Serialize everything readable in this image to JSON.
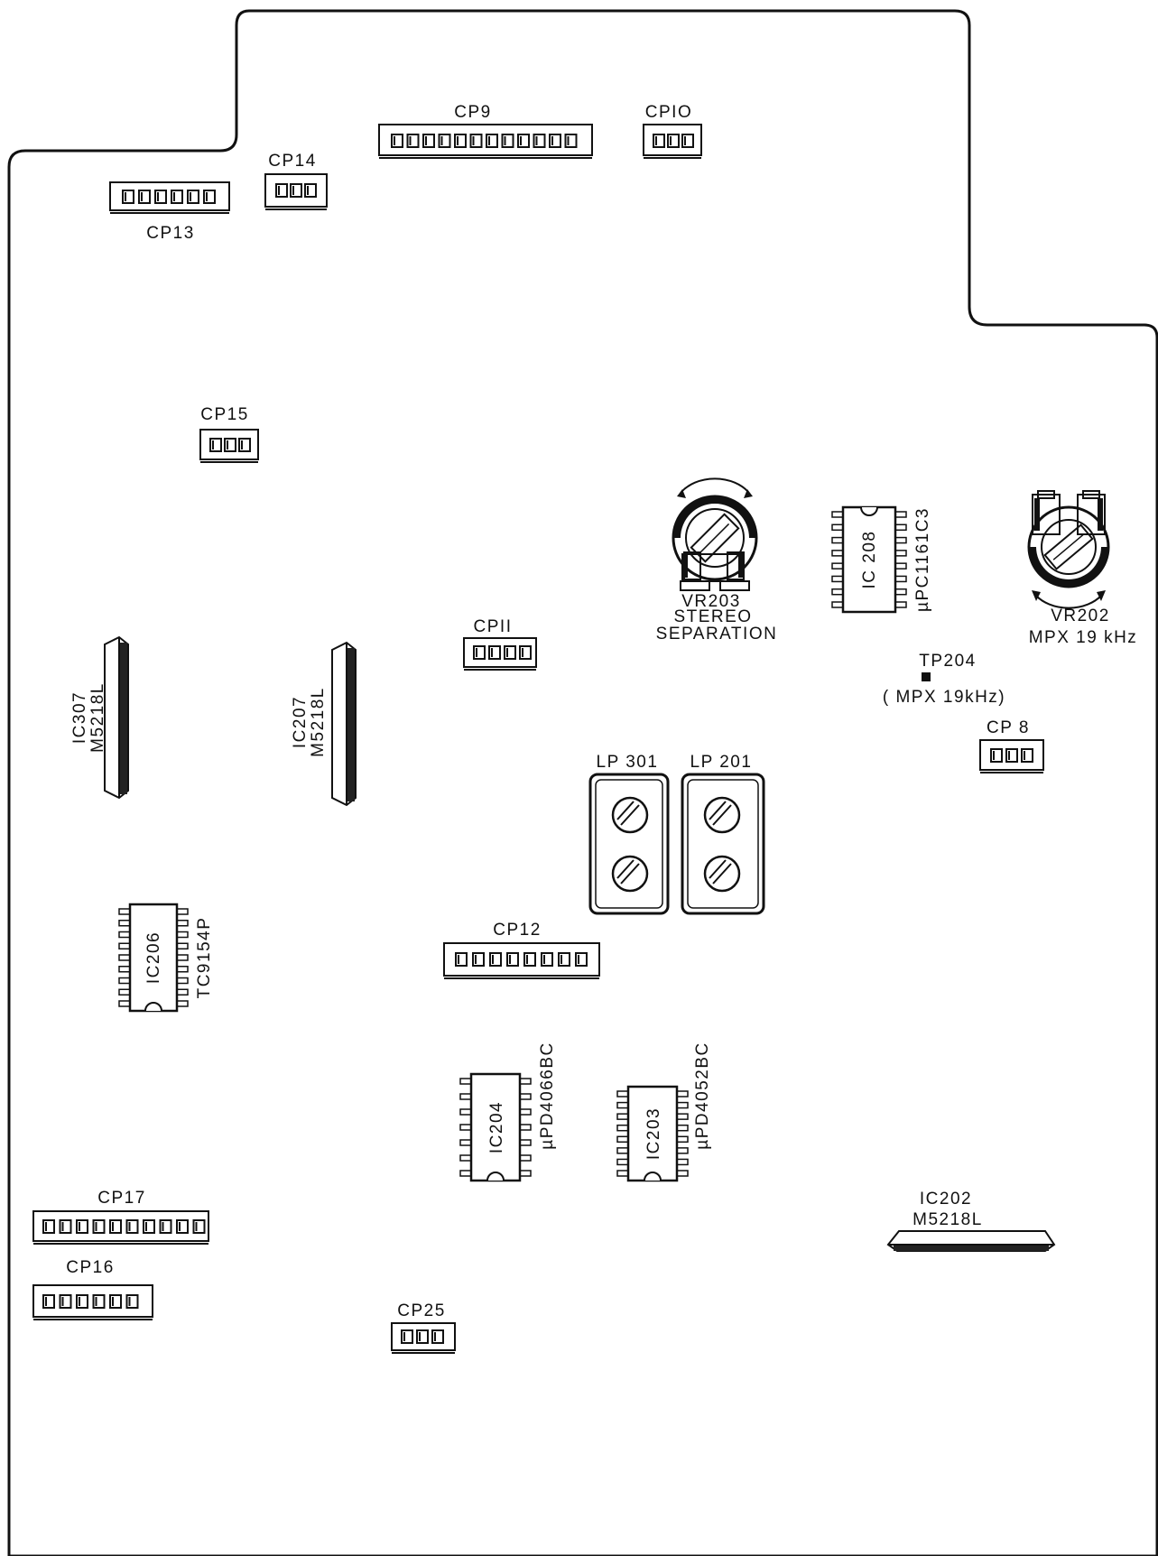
{
  "board": {
    "connectors": {
      "cp9": "CP9",
      "cp10": "CPIO",
      "cp14": "CP14",
      "cp13": "CP13",
      "cp15": "CP15",
      "cp11": "CPII",
      "cp8": "CP 8",
      "cp12": "CP12",
      "cp17": "CP17",
      "cp16": "CP16",
      "cp25": "CP25"
    },
    "ics": {
      "ic307": {
        "ref": "IC307",
        "part": "M5218L"
      },
      "ic207": {
        "ref": "IC207",
        "part": "M5218L"
      },
      "ic206": {
        "ref": "IC206",
        "part": "TC9154P"
      },
      "ic208": {
        "ref": "IC 208",
        "part": "µPC1161C3"
      },
      "ic204": {
        "ref": "IC204",
        "part": "µPD4066BC"
      },
      "ic203": {
        "ref": "IC203",
        "part": "µPD4052BC"
      },
      "ic202": {
        "ref": "IC202",
        "part": "M5218L"
      }
    },
    "vr203": {
      "ref": "VR203",
      "line2": "STEREO",
      "line3": "SEPARATION"
    },
    "vr202": {
      "ref": "VR202",
      "line2": "MPX  19 kHz"
    },
    "tp204": {
      "ref": "TP204",
      "line2": "( MPX  19kHz)"
    },
    "lp301": "LP  301",
    "lp201": "LP  201"
  }
}
